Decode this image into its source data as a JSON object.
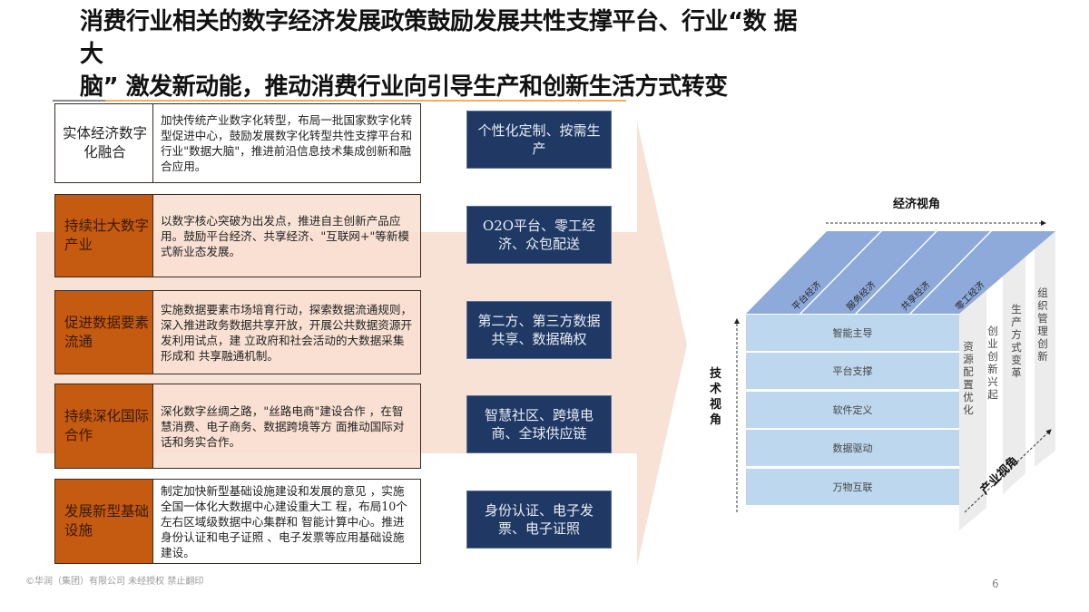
{
  "title": {
    "line1": "消费行业相关的数字经济发展政策鼓励发展共性支撑平台、行业“数 据",
    "line2": "大",
    "line3": "脑” 激发新动能，推动消费行业向引导生产和创新生活方式转变"
  },
  "policies": [
    {
      "label": "实体经济数字化融合",
      "description": "加快传统产业数字化转型，布局一批国家数字化转型促进中心，鼓励发展数字化转型共性支撑平台和行业\"数据大脑\"，推进前沿信息技术集成创新和融合应用。",
      "outcome": "个性化定制、按需生产"
    },
    {
      "label": "持续壮大数字产业",
      "description": "以数字核心突破为出发点，推进自主创新产品应用。鼓励平台经济、共享经济、\"互联网+\"等新模式新业态发展。",
      "outcome": "O2O平台、零工经济、众包配送"
    },
    {
      "label": "促进数据要素流通",
      "description": "实施数据要素市场培育行动，探索数据流通规则，深入推进政务数据共享开放，开展公共数据资源开发利用试点，建 立政府和社会活动的大数据采集形成和 共享融通机制。",
      "outcome": "第二方、第三方数据共享、数据确权"
    },
    {
      "label": "持续深化国际合作",
      "description": "深化数字丝绸之路，\"丝路电商\"建设合作 ，在智慧消费、电子商务、数据跨境等方 面推动国际对话和务实合作。",
      "outcome": "智慧社区、跨境电商、全球供应链"
    },
    {
      "label": "发展新型基础设施",
      "description": "制定加快新型基础设施建设和发展的意见 ，实施全国一体化大数据中心建设重大工 程，布局10个左右区域级数据中心集群和 智能计算中心。推进身份认证和电子证照 、电子发票等应用基础设施建设。",
      "outcome": "身份认证、电子发票、电子证照"
    }
  ],
  "cube": {
    "economic_axis": "经济视角",
    "tech_axis": "技术视角",
    "industry_axis": "产业视角",
    "top": [
      "平台经济",
      "服务经济",
      "共享经济",
      "零工经济"
    ],
    "front": [
      "智能主导",
      "平台支撑",
      "软件定义",
      "数据驱动",
      "万物互联"
    ],
    "side": [
      "资源配置优化",
      "创业创新兴起",
      "生产方式变革",
      "组织管理创新"
    ]
  },
  "colors": {
    "orange_label": "#c55a11",
    "navy_box": "#1f3864",
    "arrow_fill": "#f8e2d6",
    "cube_front": "#bdd7ee",
    "cube_top": "#8eaadb",
    "cube_side": "#ededed"
  },
  "footer": {
    "copyright": "©华润（集团）有限公司 未经授权 禁止翻印",
    "page": "6"
  }
}
